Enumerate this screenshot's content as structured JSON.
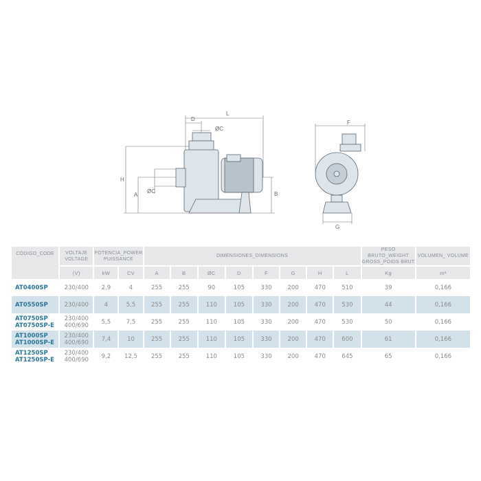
{
  "drawing": {
    "labels": {
      "L": "L",
      "D": "D",
      "C": "ØC",
      "H": "H",
      "A": "A",
      "C2": "ØC",
      "B": "B",
      "F": "F",
      "G": "G"
    }
  },
  "table": {
    "headers": {
      "code": "CÓDIGO_CODE",
      "voltage": "VOLTAJE VOLTAGE",
      "power": "POTENCIA_POWER PUISSANCE",
      "dimensions": "DIMENSIONES_DIMENSIONS",
      "weight": "PESO BRUTO_WEIGHT GROSS_POIDS BRUT",
      "volume": "VOLUMEN_ VOLUME"
    },
    "subheaders": {
      "voltage": "(V)",
      "kw": "kW",
      "cv": "CV",
      "A": "A",
      "B": "B",
      "C": "ØC",
      "D": "D",
      "F": "F",
      "G": "G",
      "H": "H",
      "L": "L",
      "kg": "Kg",
      "m3": "m³"
    },
    "rows": [
      {
        "code1": "AT0400SP",
        "code2": "",
        "v1": "230/400",
        "v2": "",
        "kw": "2,9",
        "cv": "4",
        "A": "255",
        "B": "255",
        "C": "90",
        "D": "105",
        "F": "330",
        "G": "200",
        "H": "470",
        "L": "510",
        "kg": "39",
        "m3": "0,166"
      },
      {
        "code1": "AT0550SP",
        "code2": "",
        "v1": "230/400",
        "v2": "",
        "kw": "4",
        "cv": "5,5",
        "A": "255",
        "B": "255",
        "C": "110",
        "D": "105",
        "F": "330",
        "G": "200",
        "H": "470",
        "L": "530",
        "kg": "44",
        "m3": "0,166"
      },
      {
        "code1": "AT0750SP",
        "code2": "AT0750SP-E",
        "v1": "230/400",
        "v2": "400/690",
        "kw": "5,5",
        "cv": "7,5",
        "A": "255",
        "B": "255",
        "C": "110",
        "D": "105",
        "F": "330",
        "G": "200",
        "H": "470",
        "L": "530",
        "kg": "50",
        "m3": "0,166"
      },
      {
        "code1": "AT1000SP",
        "code2": "AT1000SP-E",
        "v1": "230/400",
        "v2": "400/690",
        "kw": "7,4",
        "cv": "10",
        "A": "255",
        "B": "255",
        "C": "110",
        "D": "105",
        "F": "330",
        "G": "200",
        "H": "470",
        "L": "600",
        "kg": "61",
        "m3": "0,166"
      },
      {
        "code1": "AT1250SP",
        "code2": "AT1250SP-E",
        "v1": "230/400",
        "v2": "400/690",
        "kw": "9,2",
        "cv": "12,5",
        "A": "255",
        "B": "255",
        "C": "110",
        "D": "105",
        "F": "330",
        "G": "200",
        "H": "470",
        "L": "645",
        "kg": "65",
        "m3": "0,166"
      }
    ]
  }
}
